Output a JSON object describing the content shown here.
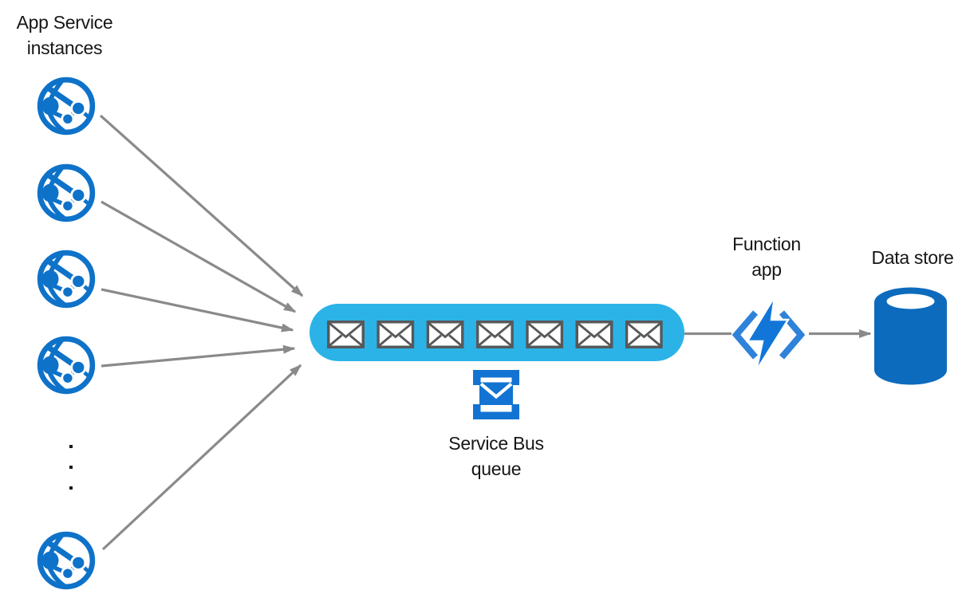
{
  "app_service": {
    "label": [
      "App Service",
      "instances"
    ],
    "instance_count": 5,
    "hidden_instances_ellipsis_dots": 3
  },
  "service_bus_queue": {
    "label": [
      "Service Bus",
      "queue"
    ],
    "message_count": 7
  },
  "function_app": {
    "label": [
      "Function",
      "app"
    ]
  },
  "data_store": {
    "label": [
      "Data store"
    ]
  },
  "icons": {
    "app_service_instance": "app-service-globe-icon",
    "queue_message": "envelope-icon",
    "service_bus_queue": "service-bus-queue-icon",
    "function_app": "function-app-code-bolt-icon",
    "data_store": "database-cylinder-icon"
  },
  "colors": {
    "background": "#ffffff",
    "app_service_blue": "#0e72c9",
    "queue_pill_cyan": "#2bb3e8",
    "envelope_border_gray": "#57585a",
    "service_bus_blue": "#1273d2",
    "function_bolt_blue": "#1176d8",
    "function_bracket_blue": "#2e82d8",
    "data_store_blue": "#0c6bbd",
    "arrow_gray": "#8a8a8a",
    "label_text": "#161616"
  }
}
